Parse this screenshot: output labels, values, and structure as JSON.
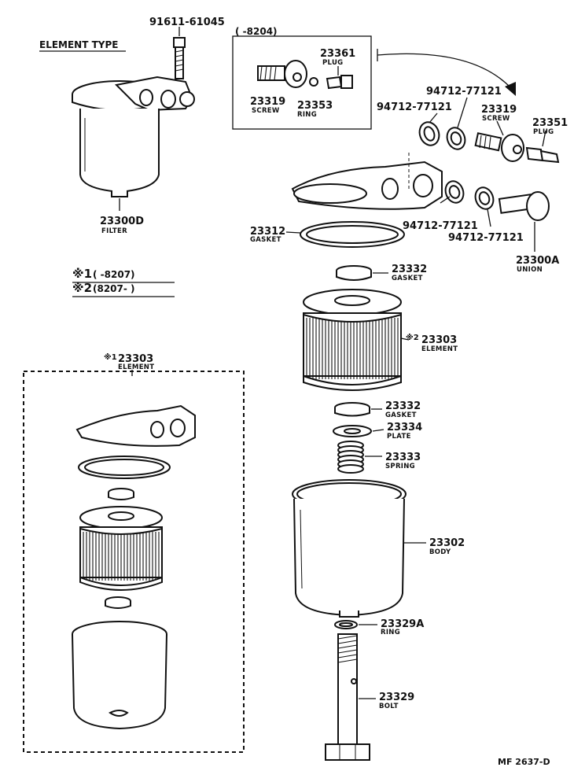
{
  "header": {
    "element_type": "ELEMENT TYPE",
    "range_top": "(      -8204)",
    "footnote1_mark": "※1",
    "footnote1_text": "(      -8207)",
    "footnote2_mark": "※2",
    "footnote2_text": "(8207-        )",
    "drawing_code": "MF 2637-D"
  },
  "callouts": {
    "bolt_top": {
      "number": "91611-61045",
      "desc": ""
    },
    "filter": {
      "number": "23300D",
      "desc": "FILTER"
    },
    "plug_box": {
      "number": "23361",
      "desc": "PLUG"
    },
    "screw_box": {
      "number": "23319",
      "desc": "SCREW"
    },
    "ring_box": {
      "number": "23353",
      "desc": "RING"
    },
    "washer1": {
      "number": "94712-77121",
      "desc": ""
    },
    "washer2": {
      "number": "94712-77121",
      "desc": ""
    },
    "washer3": {
      "number": "94712-77121",
      "desc": ""
    },
    "washer4": {
      "number": "94712-77121",
      "desc": ""
    },
    "screw": {
      "number": "23319",
      "desc": "SCREW"
    },
    "plug": {
      "number": "23351",
      "desc": "PLUG"
    },
    "gasket_big": {
      "number": "23312",
      "desc": "GASKET"
    },
    "union": {
      "number": "23300A",
      "desc": "UNION"
    },
    "gasket_top": {
      "number": "23332",
      "desc": "GASKET"
    },
    "element2": {
      "mark": "※2",
      "number": "23303",
      "desc": "ELEMENT"
    },
    "element1": {
      "mark": "※1",
      "number": "23303",
      "desc": "ELEMENT"
    },
    "gasket_bottom": {
      "number": "23332",
      "desc": "GASKET"
    },
    "plate": {
      "number": "23334",
      "desc": "PLATE"
    },
    "spring": {
      "number": "23333",
      "desc": "SPRING"
    },
    "body": {
      "number": "23302",
      "desc": "BODY"
    },
    "ring": {
      "number": "23329A",
      "desc": "RING"
    },
    "bolt": {
      "number": "23329",
      "desc": "BOLT"
    }
  }
}
